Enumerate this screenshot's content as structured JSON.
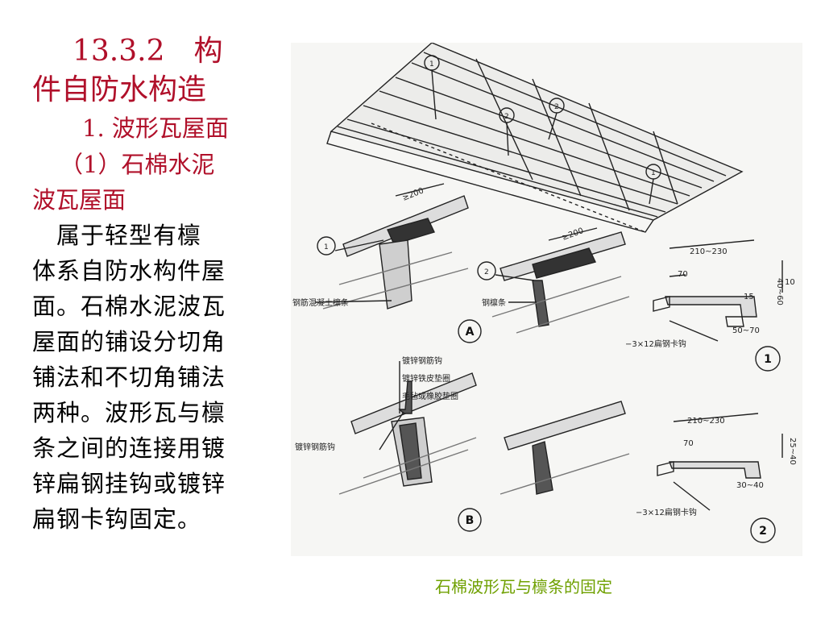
{
  "heading": {
    "section_line1": "13.3.2　构",
    "section_line2": "件自防水构造",
    "sub1": "1. 波形瓦屋面",
    "sub2_line1": "（1）石棉水泥",
    "sub2_line2": "波瓦屋面"
  },
  "body_lines": [
    "　属于轻型有檩",
    "体系自防水构件屋",
    "面。石棉水泥波瓦",
    "屋面的铺设分切角",
    "铺法和不切角铺法",
    "两种。波形瓦与檩",
    "条之间的连接用镀",
    "锌扁钢挂钩或镀锌",
    "扁钢卡钩固定。"
  ],
  "figure": {
    "detail_A": "A",
    "detail_B": "B",
    "detail_1": "1",
    "detail_2": "2",
    "dim_200a": "≥200",
    "dim_200b": "≥200",
    "dim_210_230a": "210~230",
    "dim_210_230b": "210~230",
    "dim_70a": "70",
    "dim_70b": "70",
    "dim_15": "15",
    "dim_50_70": "50~70",
    "dim_30_40": "30~40",
    "dim_v1": "40~60",
    "dim_v2": "10",
    "dim_v3": "25~40",
    "label_concrete_purlin": "钢筋混凝土檩条",
    "label_steel_purlin": "钢檩条",
    "label_hook_clip1": "−3×12扁钢卡钩",
    "label_hook_clip2": "−3×12扁钢卡钩",
    "label_galv_hook1": "镀锌钢筋钩",
    "label_galv_washer": "镀锌铁皮垫圈",
    "label_felt_washer": "毛毡或橡胶垫圈",
    "label_galv_hook2": "镀锌钢筋钩",
    "callout1": "1",
    "callout2": "2",
    "callout3": "2",
    "callout4": "1",
    "callout5": "1",
    "callout6": "2"
  },
  "caption": "石棉波形瓦与檩条的固定"
}
